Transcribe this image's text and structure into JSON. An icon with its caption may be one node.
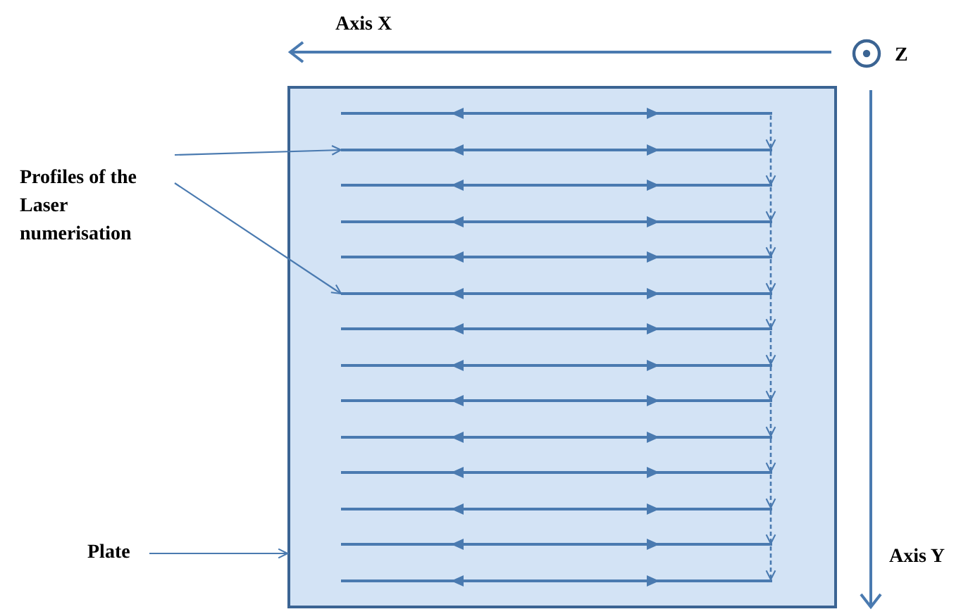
{
  "diagram": {
    "nodes": [
      {
        "text": [
          "Profiles of the Laser numerisation"
        ]
      },
      {
        "text": [
          "Plate"
        ]
      },
      {
        "text": [],
        "shape": "box"
      },
      {
        "text": [],
        "shape": "bar",
        "in": 2
      },
      {
        "text": [],
        "shape": "bar",
        "in": 2
      },
      {
        "text": [],
        "shape": "bar",
        "in": 2
      },
      {
        "text": [],
        "shape": "bar",
        "in": 2
      },
      {
        "text": [],
        "shape": "bar",
        "in": 2
      },
      {
        "text": [],
        "shape": "bar",
        "in": 2
      },
      {
        "text": [],
        "shape": "bar",
        "in": 2
      },
      {
        "text": [],
        "shape": "bar",
        "in": 2
      },
      {
        "text": [],
        "shape": "bar",
        "in": 2
      },
      {
        "text": [],
        "shape": "bar",
        "in": 2
      },
      {
        "text": [],
        "shape": "bar",
        "in": 2
      },
      {
        "text": [],
        "shape": "bar",
        "in": 2
      },
      {
        "text": [],
        "shape": "bar",
        "in": 2
      },
      {
        "text": [],
        "shape": "bar",
        "in": 2
      }
    ],
    "edges": [
      {
        "from": 0,
        "to": 4,
        "arrow": "to"
      },
      {
        "from": 0,
        "to": 8,
        "arrow": "to"
      },
      {
        "from": 1,
        "to": 2,
        "arrow": "to"
      },
      {
        "from": 3,
        "to": 4,
        "arrow": "to",
        "style": "dashed"
      },
      {
        "from": 4,
        "to": 5,
        "arrow": "to",
        "style": "dashed"
      },
      {
        "from": 5,
        "to": 6,
        "arrow": "to",
        "style": "dashed"
      },
      {
        "from": 6,
        "to": 7,
        "arrow": "to",
        "style": "dashed"
      },
      {
        "from": 7,
        "to": 8,
        "arrow": "to",
        "style": "dashed"
      },
      {
        "from": 8,
        "to": 9,
        "arrow": "to",
        "style": "dashed"
      },
      {
        "from": 9,
        "to": 10,
        "arrow": "to",
        "style": "dashed"
      },
      {
        "from": 10,
        "to": 11,
        "arrow": "to",
        "style": "dashed"
      },
      {
        "from": 11,
        "to": 12,
        "arrow": "to",
        "style": "dashed"
      },
      {
        "from": 12,
        "to": 13,
        "arrow": "to",
        "style": "dashed"
      },
      {
        "from": 13,
        "to": 14,
        "arrow": "to",
        "style": "dashed"
      },
      {
        "from": 14,
        "to": 15,
        "arrow": "to",
        "style": "dashed"
      },
      {
        "from": 15,
        "to": 16,
        "arrow": "to",
        "style": "dashed"
      }
    ],
    "labels": [
      "Axis X",
      "Z",
      "Axis Y"
    ]
  }
}
